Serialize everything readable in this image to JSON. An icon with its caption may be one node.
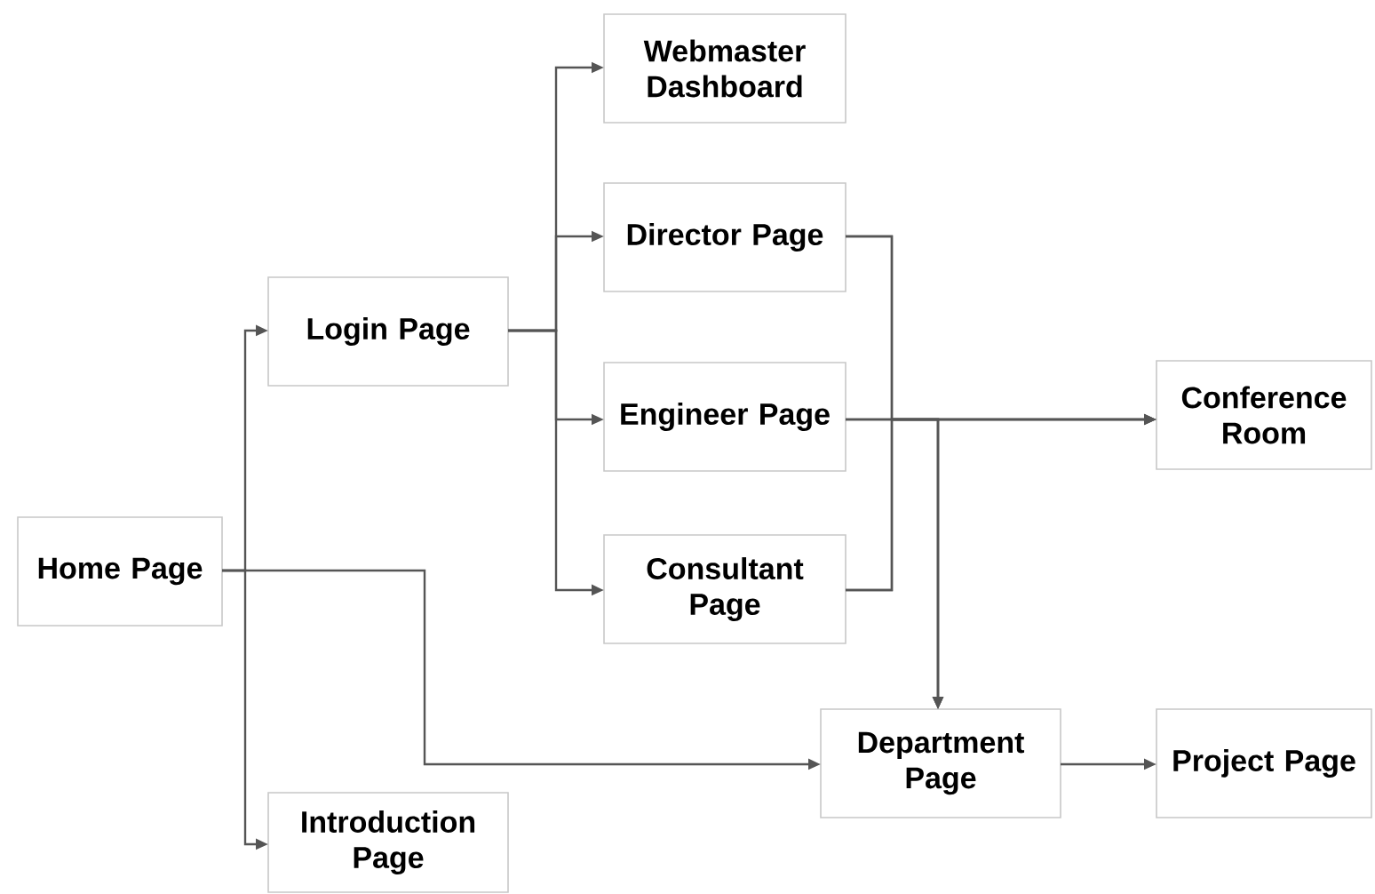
{
  "diagram": {
    "nodes": [
      {
        "text": [
          "Home Page"
        ]
      },
      {
        "text": [
          "Login Page"
        ]
      },
      {
        "text": [
          "Introduction Page"
        ]
      },
      {
        "text": [
          "Webmaster Dashboard"
        ]
      },
      {
        "text": [
          "Director Page"
        ]
      },
      {
        "text": [
          "Engineer Page"
        ]
      },
      {
        "text": [
          "Consultant Page"
        ]
      },
      {
        "text": [
          "Conference Room"
        ]
      },
      {
        "text": [
          "Department Page"
        ]
      },
      {
        "text": [
          "Project Page"
        ]
      }
    ],
    "edges": [
      {
        "from": 0,
        "to": 1,
        "arrow": "to"
      },
      {
        "from": 0,
        "to": 2,
        "arrow": "to"
      },
      {
        "from": 0,
        "to": 8,
        "arrow": "to"
      },
      {
        "from": 1,
        "to": 3,
        "arrow": "to"
      },
      {
        "from": 1,
        "to": 4,
        "arrow": "to"
      },
      {
        "from": 1,
        "to": 5,
        "arrow": "to"
      },
      {
        "from": 1,
        "to": 6,
        "arrow": "to"
      },
      {
        "from": 4,
        "to": 7,
        "arrow": "to"
      },
      {
        "from": 4,
        "to": 8,
        "arrow": "to"
      },
      {
        "from": 5,
        "to": 7,
        "arrow": "to"
      },
      {
        "from": 5,
        "to": 8,
        "arrow": "to"
      },
      {
        "from": 6,
        "to": 7,
        "arrow": "to"
      },
      {
        "from": 6,
        "to": 8,
        "arrow": "to"
      },
      {
        "from": 8,
        "to": 9,
        "arrow": "to"
      }
    ]
  }
}
